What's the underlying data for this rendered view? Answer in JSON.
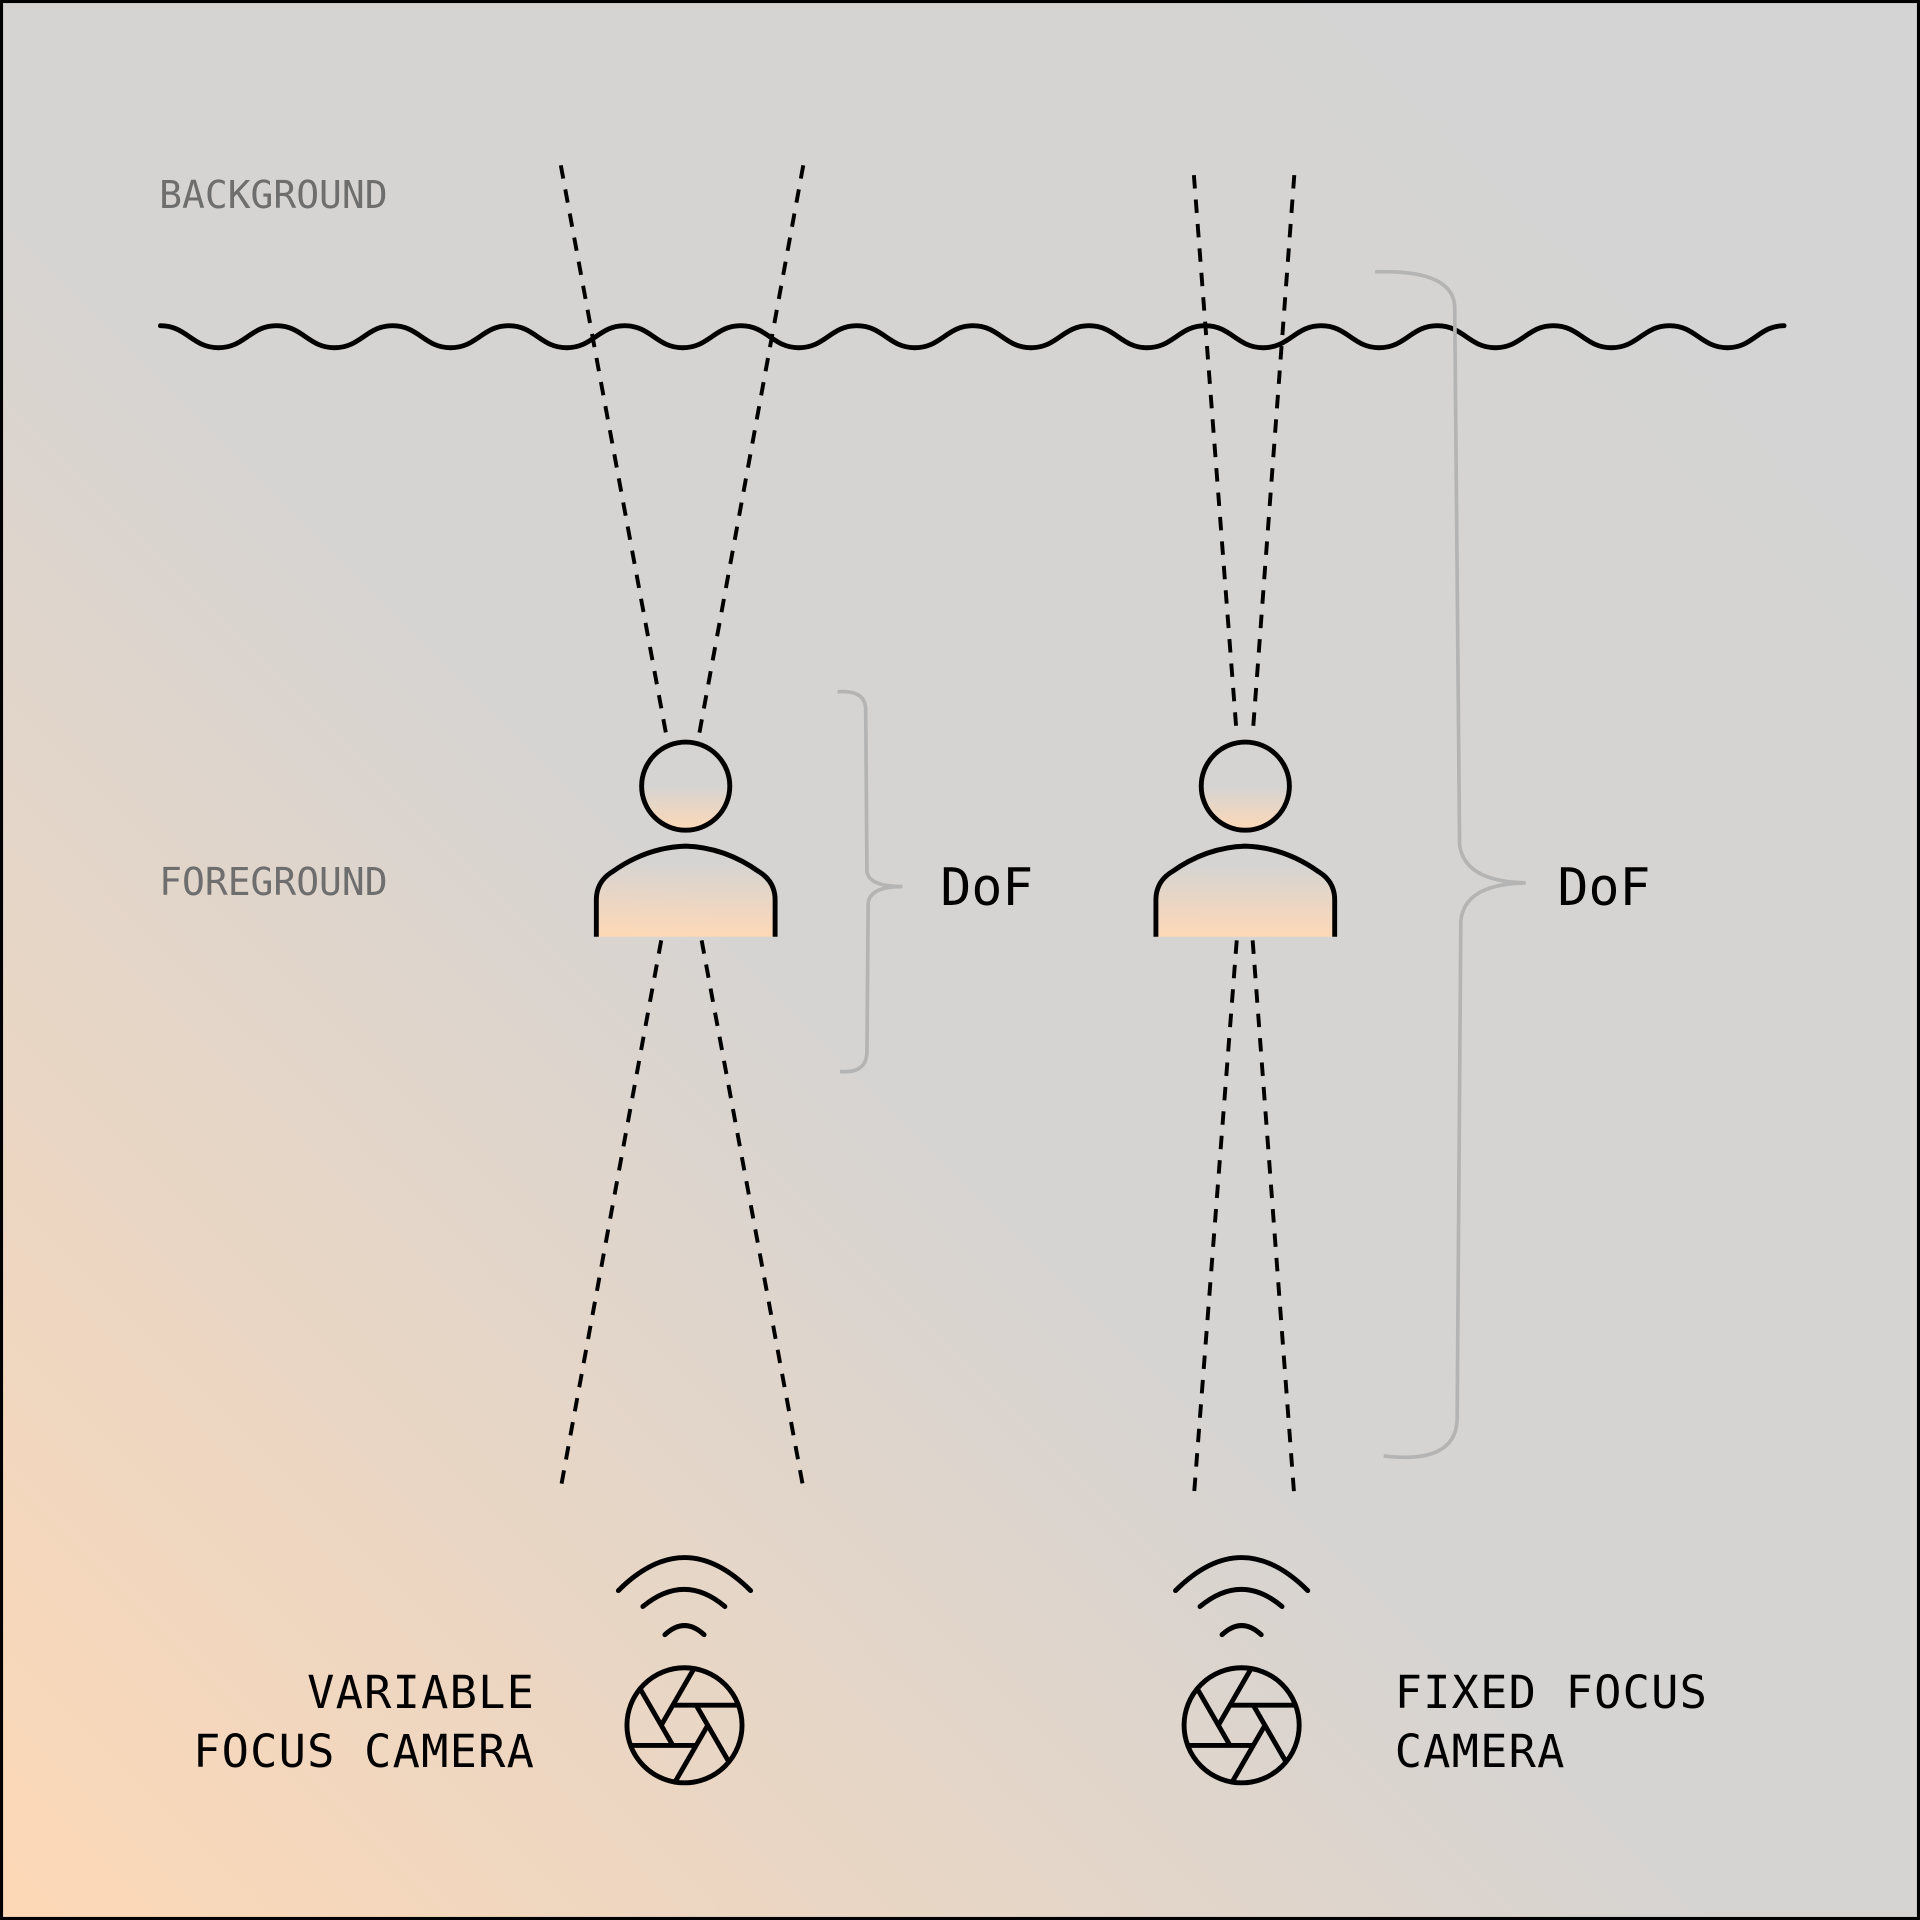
{
  "labels": {
    "background": "BACKGROUND",
    "foreground": "FOREGROUND"
  },
  "left_setup": {
    "dof_label": "DoF",
    "camera_label_line1": "VARIABLE",
    "camera_label_line2": "FOCUS CAMERA"
  },
  "right_setup": {
    "dof_label": "DoF",
    "camera_label_line1": "FIXED FOCUS",
    "camera_label_line2": "CAMERA"
  },
  "colors": {
    "bg_light": "#d4d4d4",
    "bg_warm": "#fdd8b6",
    "ink": "#000000",
    "label_gray": "#6e6e6e",
    "brace_gray": "#b4b4b4"
  },
  "icons": [
    "person-icon",
    "aperture-icon",
    "signal-waves-icon"
  ]
}
